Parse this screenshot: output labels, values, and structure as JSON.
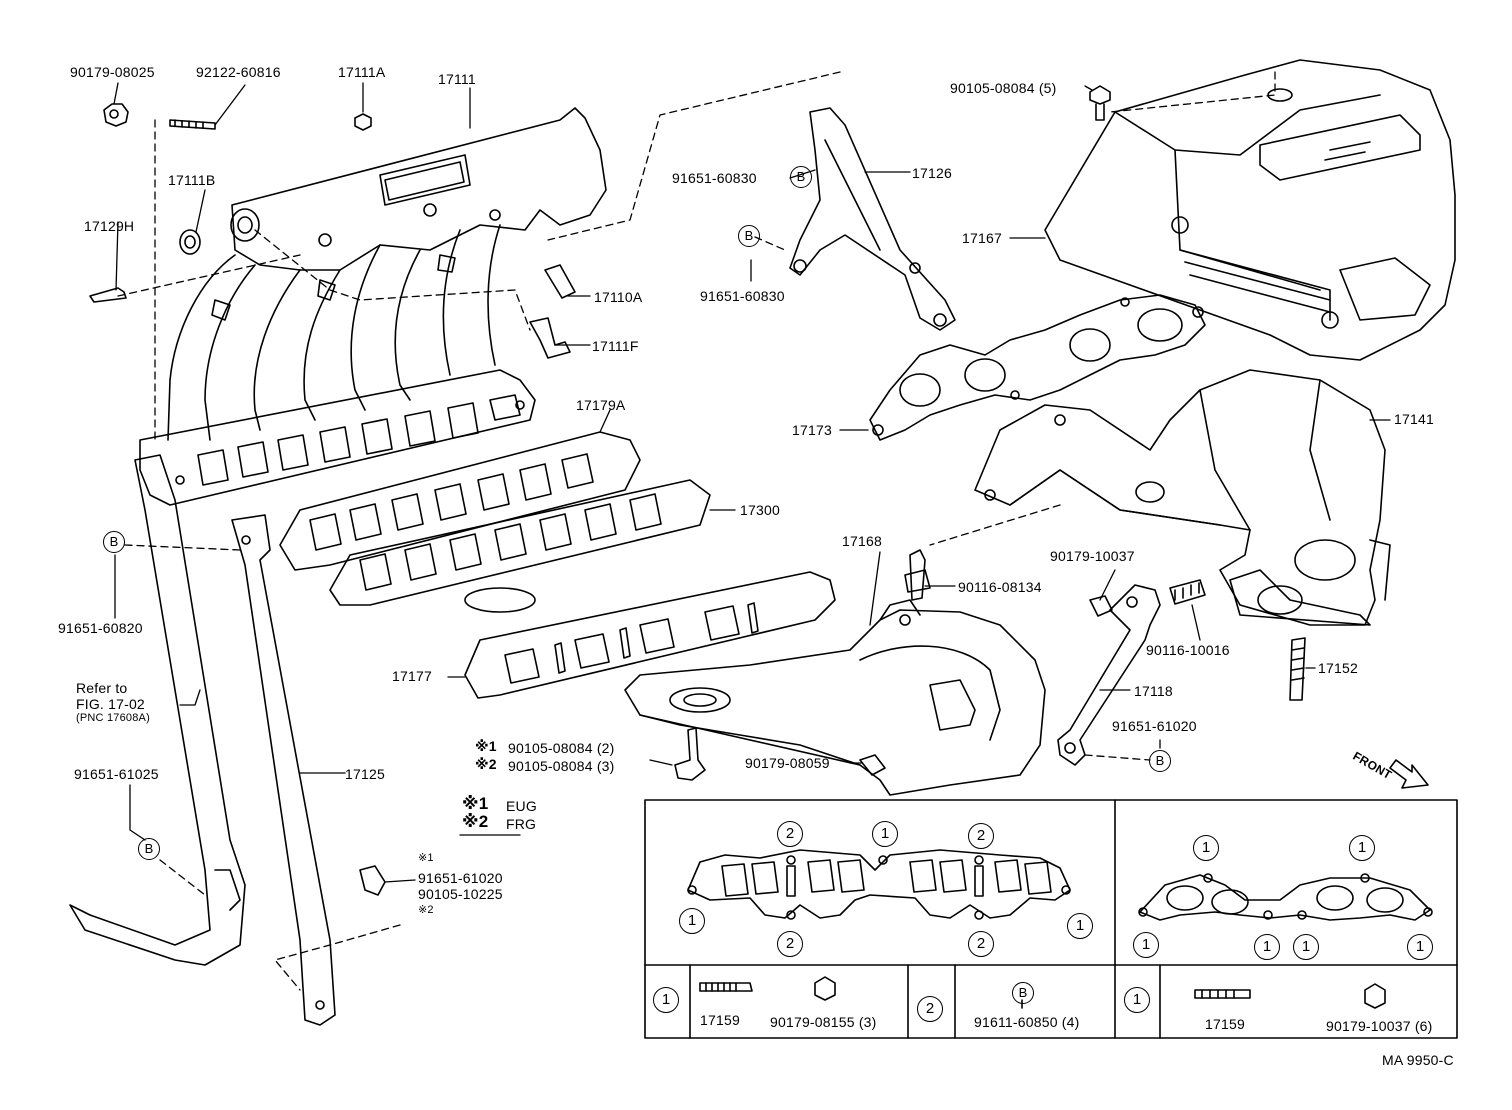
{
  "labels": {
    "p90179_08025": "90179-08025",
    "p92122_60816": "92122-60816",
    "p17111A": "17111A",
    "p17111": "17111",
    "p90105_08084_5": "90105-08084 (5)",
    "p17111B": "17111B",
    "p17129H": "17129H",
    "p91651_60830_a": "91651-60830",
    "p17126": "17126",
    "p17167": "17167",
    "p91651_60830_b": "91651-60830",
    "p17110A": "17110A",
    "p17111F": "17111F",
    "p17179A": "17179A",
    "p17173": "17173",
    "p17141": "17141",
    "p17300": "17300",
    "p17168": "17168",
    "p90179_10037": "90179-10037",
    "p90116_08134": "90116-08134",
    "p91651_60820": "91651-60820",
    "p90116_10016": "90116-10016",
    "p17152": "17152",
    "refer_to": "Refer to",
    "fig_ref": "FIG. 17-02",
    "pnc_ref": "(PNC 17608A)",
    "p17177": "17177",
    "p17118": "17118",
    "p91651_61020_r": "91651-61020",
    "note1": "※1",
    "note1_val": "90105-08084 (2)",
    "note2": "※2",
    "note2_val": "90105-08084 (3)",
    "p90179_08059": "90179-08059",
    "p91651_61025": "91651-61025",
    "p17125": "17125",
    "front": "FRONT",
    "legend1_mark": "※1",
    "legend1_text": "EUG",
    "legend2_mark": "※2",
    "legend2_text": "FRG",
    "bolt_mark1": "※1",
    "bolt_p1": "91651-61020",
    "bolt_p2": "90105-10225",
    "bolt_mark2": "※2",
    "doc_id": "MA 9950-C"
  },
  "callouts": {
    "b_marker": "B",
    "c1": "1",
    "c2": "2"
  },
  "table": {
    "left_17159": "17159",
    "left_nut": "90179-08155 (3)",
    "mid_bolt": "91611-60850 (4)",
    "right_17159": "17159",
    "right_nut": "90179-10037 (6)"
  }
}
